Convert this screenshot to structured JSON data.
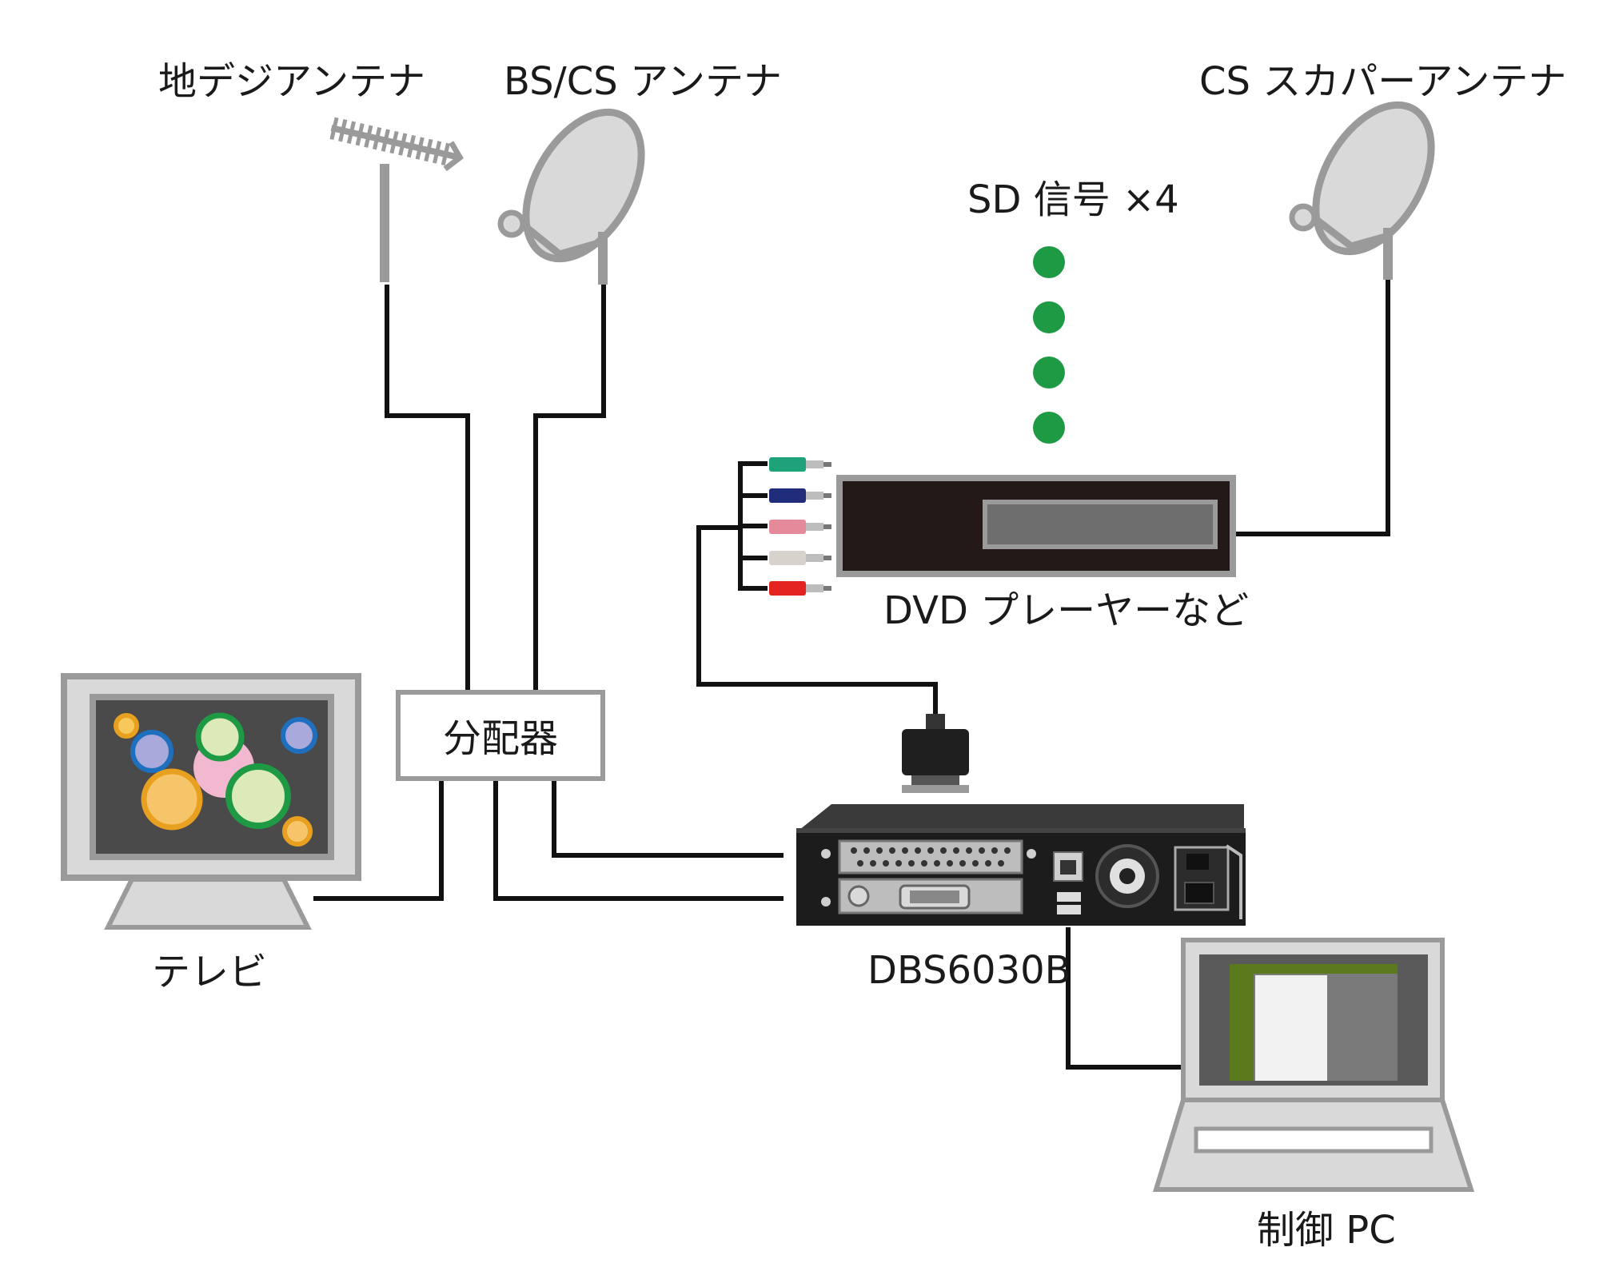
{
  "labels": {
    "terrestrial_antenna": "地デジアンテナ",
    "bscs_antenna": "BS/CS アンテナ",
    "skyperfect_antenna": "CS スカパーアンテナ",
    "sd_signal": "SD 信号 ×4",
    "dvd_player": "DVD プレーヤーなど",
    "splitter": "分配器",
    "tv": "テレビ",
    "device": "DBS6030B",
    "control_pc": "制御 PC"
  },
  "colors": {
    "wire": "#111111",
    "device_gray": "#9a9a9a",
    "device_fill": "#d9d9d9",
    "dot_green": "#1e9a45",
    "dvd_body": "#231a17",
    "laptop_sidebar": "#5b7a1e"
  },
  "sd_signal_dots": 4,
  "rca_plug_colors": [
    "#1ea27a",
    "#1f2d7a",
    "#e58a9a",
    "#d8d2cc",
    "#e42420"
  ]
}
